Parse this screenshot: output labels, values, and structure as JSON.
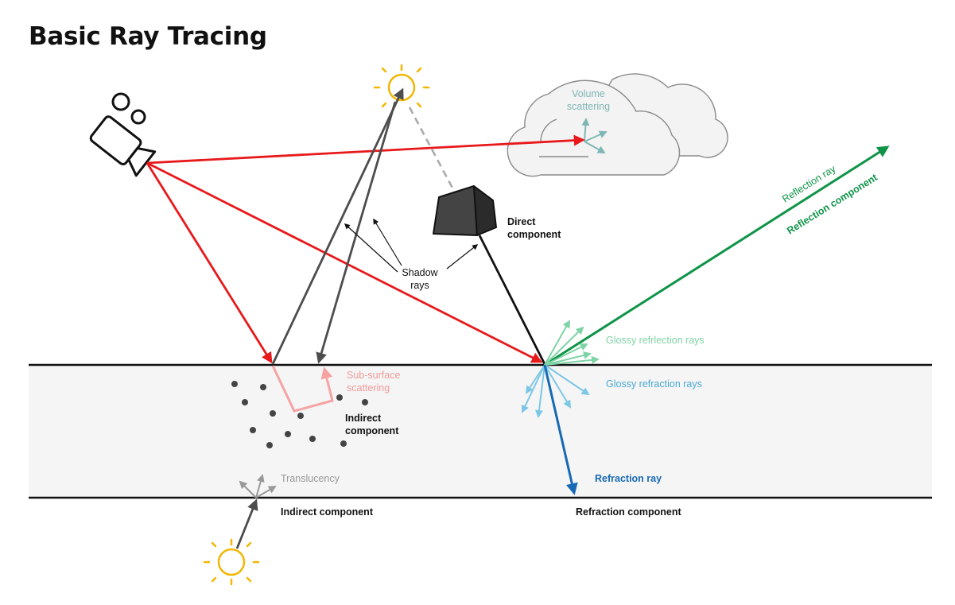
{
  "title": "Basic Ray Tracing",
  "labels": {
    "volume_scattering_1": "Volume",
    "volume_scattering_2": "scattering",
    "reflection_ray": "Reflection ray",
    "reflection_component": "Reflection component",
    "direct_component_1": "Direct",
    "direct_component_2": "component",
    "shadow_rays_1": "Shadow",
    "shadow_rays_2": "rays",
    "glossy_reflection": "Glossy refrlection rays",
    "glossy_refraction": "Glossy refraction rays",
    "subsurface_1": "Sub-surface",
    "subsurface_2": "scattering",
    "indirect_component_1": "Indirect",
    "indirect_component_2": "component",
    "translucency": "Translucency",
    "indirect_component_bottom": "Indirect component",
    "refraction_ray": "Refraction ray",
    "refraction_component": "Refraction component"
  },
  "colors": {
    "camera_ray": "#e8191b",
    "light_ray": "#4d4d4d",
    "reflection": "#0f9448",
    "glossy_reflection": "#7fd4a6",
    "glossy_refraction": "#7dc7e6",
    "refraction": "#1769b3",
    "subsurface": "#f6a3a3",
    "volume": "#7fb7b4",
    "sun": "#f2b705",
    "translucency": "#999999",
    "material_band": "#f5f5f5"
  },
  "icons": [
    "camera-icon",
    "sun-icon",
    "cloud-icon",
    "box-object-icon",
    "particle-dots"
  ]
}
